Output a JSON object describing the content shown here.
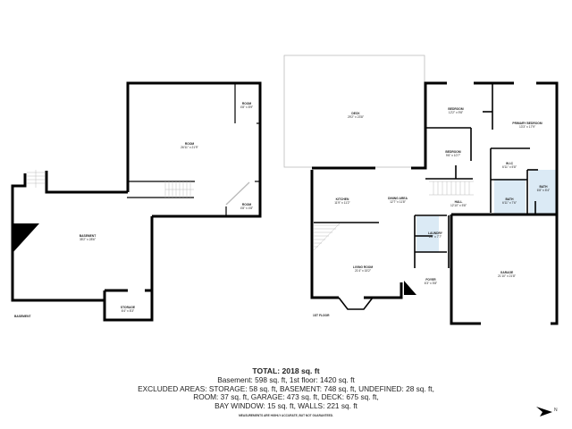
{
  "colors": {
    "wall": "#000000",
    "wet_room": "#dbeaf5",
    "window": "#d9d9d9",
    "deck_line": "#bbbbbb"
  },
  "floors": [
    {
      "name": "BASEMENT",
      "rooms": [
        {
          "name": "ROOM",
          "dims": "26'11\" x 21'9\""
        },
        {
          "name": "ROOM",
          "dims": "4'8\" x 8'9\""
        },
        {
          "name": "ROOM",
          "dims": "4'8\" x 4'8\""
        },
        {
          "name": "BASEMENT",
          "dims": "35'2\" x 28'6\""
        },
        {
          "name": "STORAGE",
          "dims": "6'4\" x 8'3\""
        }
      ]
    },
    {
      "name": "1ST FLOOR",
      "rooms": [
        {
          "name": "DECK",
          "dims": "29'2\" x 23'8\""
        },
        {
          "name": "BEDROOM",
          "dims": "12'2\" x 9'8\""
        },
        {
          "name": "PRIMARY BEDROOM",
          "dims": "13'3\" x 17'9\""
        },
        {
          "name": "BEDROOM",
          "dims": "9'6\" x 10'7\""
        },
        {
          "name": "W.I.C",
          "dims": "6'11\" x 5'8\""
        },
        {
          "name": "KITCHEN",
          "dims": "11'9\" x 11'2\""
        },
        {
          "name": "DINING AREA",
          "dims": "12'7\" x 11'8\""
        },
        {
          "name": "HALL",
          "dims": "12'10\" x 5'8\""
        },
        {
          "name": "BATH",
          "dims": "6'11\" x 7'6\""
        },
        {
          "name": "BATH",
          "dims": "6'8\" x 8'4\""
        },
        {
          "name": "LAUNDRY",
          "dims": "6'6\" x 7'7\""
        },
        {
          "name": "LIVING ROOM",
          "dims": "21'4\" x 15'2\""
        },
        {
          "name": "FOYER",
          "dims": "6'3\" x 5'8\""
        },
        {
          "name": "GARAGE",
          "dims": "21'10\" x 21'8\""
        }
      ]
    }
  ],
  "summary": {
    "total": "TOTAL: 2018 sq. ft",
    "line1": "Basement: 598 sq. ft, 1st floor: 1420 sq. ft",
    "line2": "EXCLUDED AREAS: STORAGE: 58 sq. ft, BASEMENT: 748 sq. ft, UNDEFINED: 28 sq. ft,",
    "line3": "ROOM: 37 sq. ft, GARAGE: 473 sq. ft, DECK: 675 sq. ft,",
    "line4": "BAY WINDOW: 15 sq. ft, WALLS: 221 sq. ft",
    "disclaimer": "MEASUREMENTS ARE HIGHLY ACCURATE, BUT NOT GUARANTEED."
  },
  "compass": {
    "label": "N"
  }
}
